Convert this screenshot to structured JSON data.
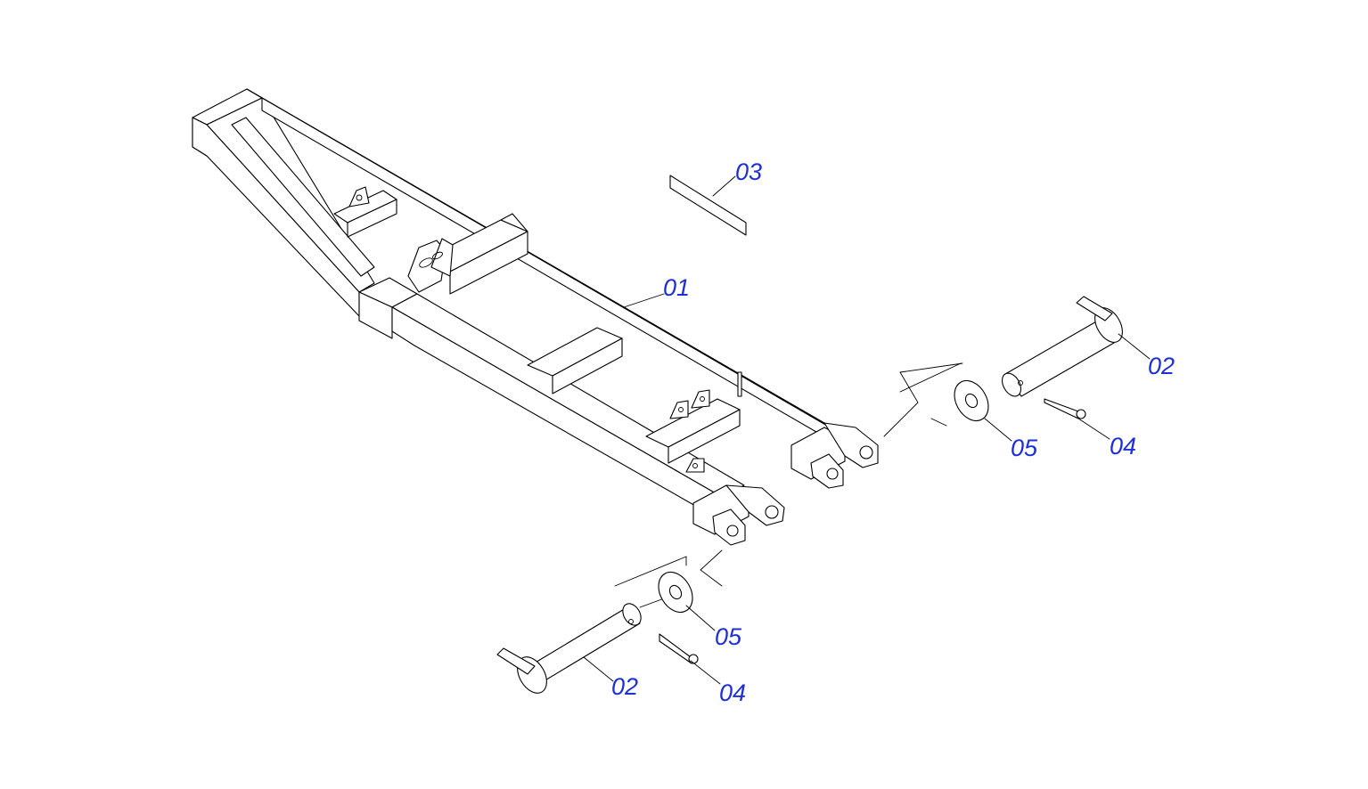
{
  "diagram": {
    "callouts": {
      "frame_label": "01",
      "pin_right_label": "02",
      "pin_left_label": "02",
      "decal_label": "03",
      "cotter_right_label": "04",
      "cotter_left_label": "04",
      "washer_right_label": "05",
      "washer_left_label": "05"
    },
    "colors": {
      "callout": "#1e2fd6",
      "line": "#000000",
      "background": "#ffffff"
    }
  }
}
